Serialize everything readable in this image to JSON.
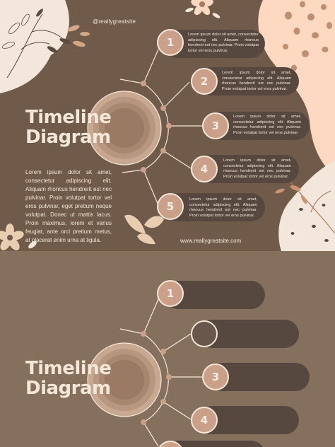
{
  "slide1": {
    "handle": "@reallygreatsite",
    "title_line1": "Timeline",
    "title_line2": "Diagram",
    "body": "Lorem ipsum dolor sit amet, consectetur adipiscing elit. Aliquam rhoncus hendrerit est nec pulvinar. Proin volutpat tortor vel eros pulvinar, eget pretium neque volutpat. Donec ut mattis lacus. Proin maximus, lorem et varius feugiat, ante orci pretium metus, at placerat enim urna at ligula.",
    "website": "www.reallygreatsite.com",
    "steps": [
      {
        "number": "1",
        "text": "Lorem ipsum dolor sit amet, consectetur adipiscing elit. Aliquam rhoncus hendrerit est nec pulvinar. Proin volutpat tortor vel eros pulvinar."
      },
      {
        "number": "2",
        "text": "Lorem ipsum dolor sit amet, consectetur adipiscing elit. Aliquam rhoncus hendrerit est nec pulvinar. Proin volutpat tortor vel eros pulvinar."
      },
      {
        "number": "3",
        "text": "Lorem ipsum dolor sit amet, consectetur adipiscing elit. Aliquam rhoncus hendrerit est nec pulvinar. Proin volutpat tortor vel eros pulvinar."
      },
      {
        "number": "4",
        "text": "Lorem ipsum dolor sit amet, consectetur adipiscing elit. Aliquam rhoncus hendrerit est nec pulvinar. Proin volutpat tortor vel eros pulvinar."
      },
      {
        "number": "5",
        "text": "Lorem ipsum dolor sit amet, consectetur adipiscing elit. Aliquam rhoncus hendrerit est nec pulvinar. Proin volutpat tortor vel eros pulvinar."
      }
    ]
  },
  "slide2": {
    "title_line1": "Timeline",
    "title_line2": "Diagram",
    "steps": [
      {
        "number": "1"
      },
      {
        "number": ""
      },
      {
        "number": "3"
      },
      {
        "number": "4"
      }
    ]
  },
  "colors": {
    "slide1_bg": "#705a4a",
    "slide2_bg": "#85705e",
    "cream": "#f4e7d8",
    "peach": "#fcd9c0",
    "pill": "#56483f",
    "badge": "#caa089"
  }
}
